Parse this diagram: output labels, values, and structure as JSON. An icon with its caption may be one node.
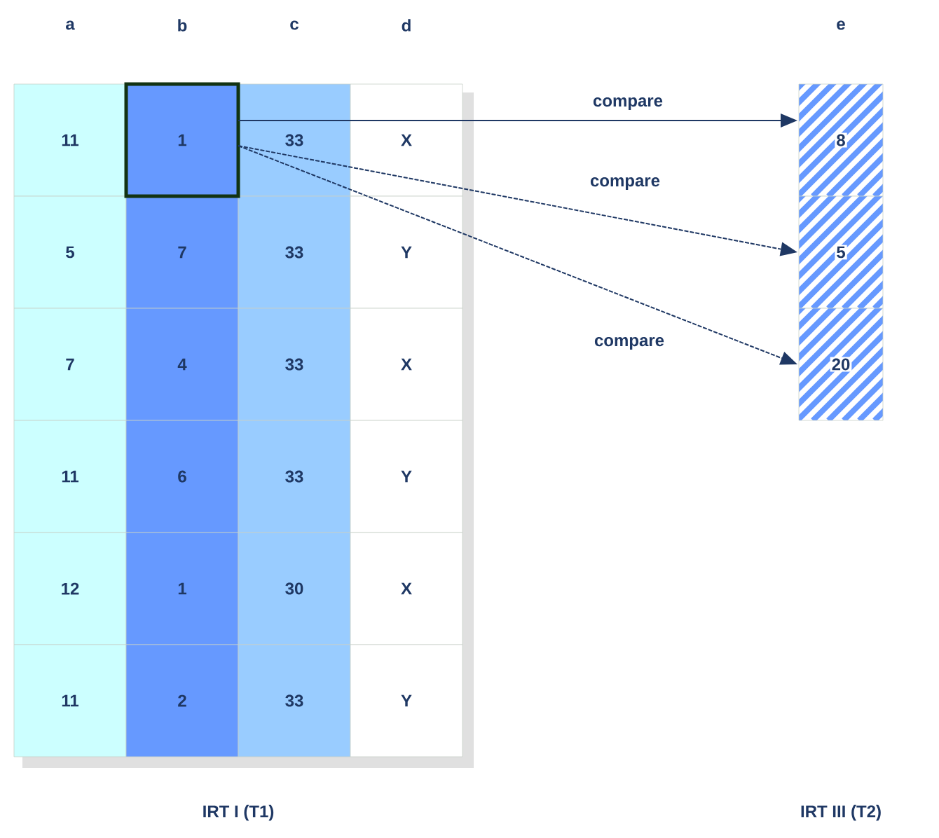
{
  "diagram": {
    "nodes": [
      {
        "text": [
          "1"
        ]
      },
      {
        "text": [
          "8"
        ]
      },
      {
        "text": [
          "5"
        ]
      },
      {
        "text": [
          "20"
        ]
      }
    ],
    "edges": [
      {
        "from": 0,
        "to": 1,
        "arrow": "to",
        "label": "compare"
      },
      {
        "from": 0,
        "to": 2,
        "arrow": "to",
        "label": "compare",
        "style": "dashed"
      },
      {
        "from": 0,
        "to": 3,
        "arrow": "to",
        "label": "compare",
        "style": "dashed"
      }
    ],
    "labels": [
      "a",
      "b",
      "c",
      "d",
      "e",
      "11",
      "33",
      "X",
      "5",
      "7",
      "33",
      "Y",
      "7",
      "4",
      "33",
      "X",
      "11",
      "6",
      "33",
      "Y",
      "12",
      "1",
      "30",
      "X",
      "11",
      "2",
      "33",
      "Y",
      "IRT I (T1)",
      "IRT III (T2)"
    ]
  }
}
